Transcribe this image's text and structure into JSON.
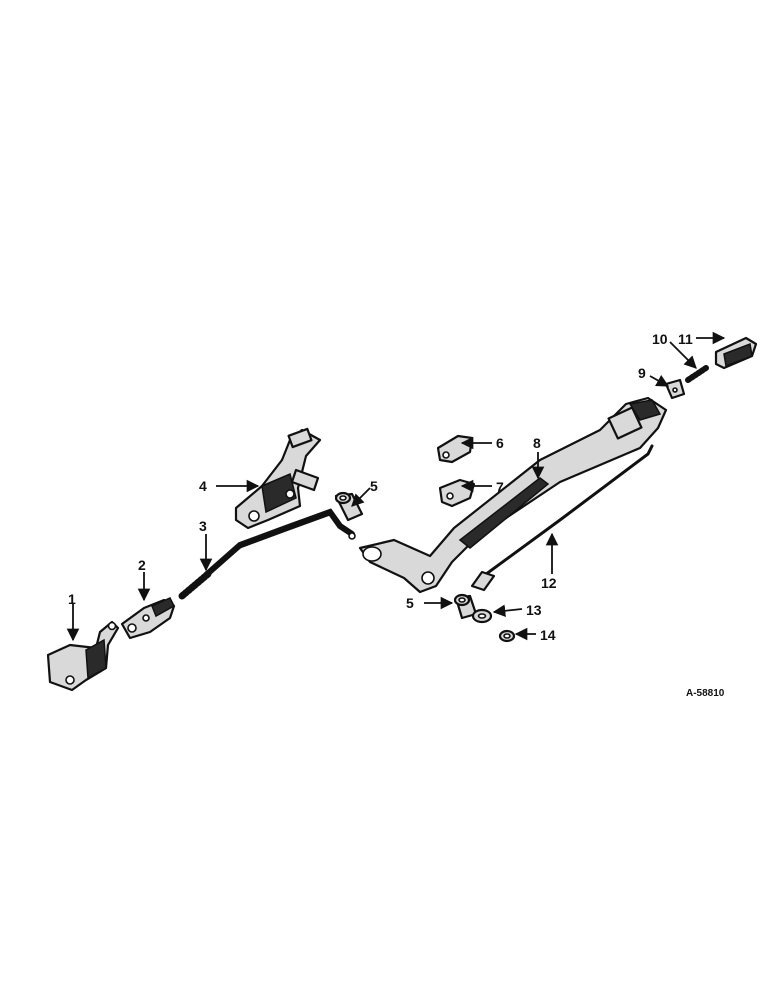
{
  "callouts": {
    "c1": "1",
    "c2": "2",
    "c3": "3",
    "c4": "4",
    "c5a": "5",
    "c5b": "5",
    "c6": "6",
    "c7": "7",
    "c8": "8",
    "c9": "9",
    "c10": "10",
    "c11": "11",
    "c12": "12",
    "c13": "13",
    "c14": "14"
  },
  "drawing_code": "A-58810"
}
